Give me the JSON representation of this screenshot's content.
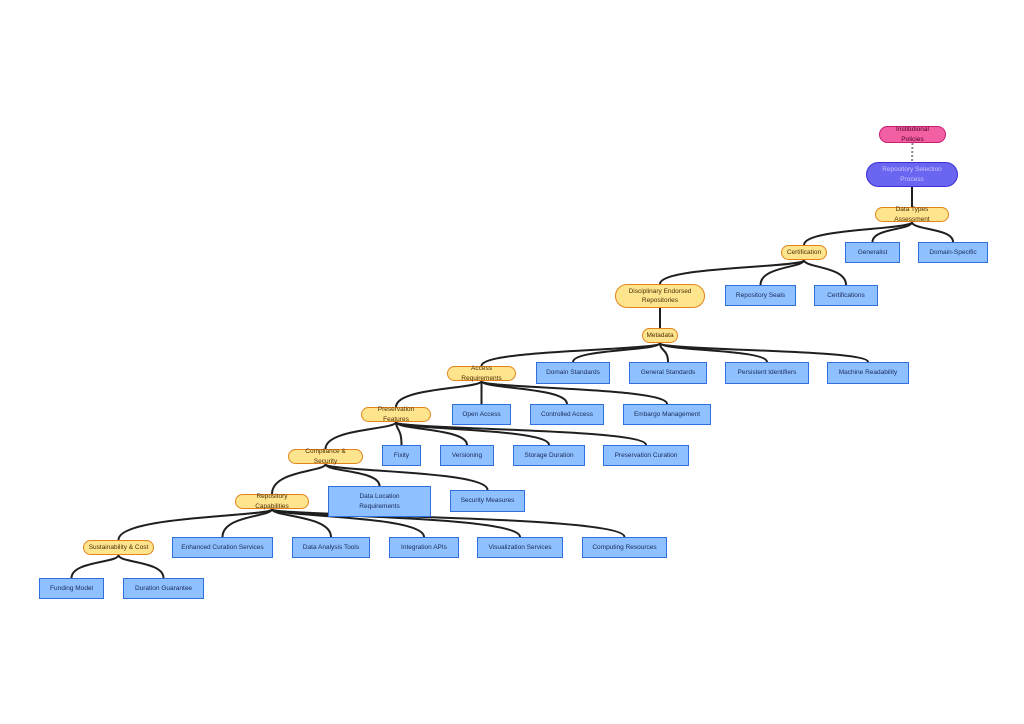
{
  "diagram": {
    "nodes": {
      "institutional_policies": "Institutional Policies",
      "repository_selection_process": "Repository Selection Process",
      "data_types_assessment": "Data Types Assessment",
      "generalist": "Generalist",
      "domain_specific": "Domain-Specific",
      "certification": "Certification",
      "repository_seals": "Repository Seals",
      "certifications": "Certifications",
      "disciplinary_endorsed_repositories": "Disciplinary Endorsed Repositories",
      "metadata": "Metadata",
      "domain_standards": "Domain Standards",
      "general_standards": "General Standards",
      "persistent_identifiers": "Persistent Identifiers",
      "machine_readability": "Machine Readability",
      "access_requirements": "Access Requirements",
      "open_access": "Open Access",
      "controlled_access": "Controlled Access",
      "embargo_management": "Embargo Management",
      "preservation_features": "Preservation Features",
      "fixity": "Fixity",
      "versioning": "Versioning",
      "storage_duration": "Storage Duration",
      "preservation_curation": "Preservation Curation",
      "compliance_security": "Compliance & Security",
      "data_location_requirements": "Data Location Requirements",
      "security_measures": "Security Measures",
      "repository_capabilities": "Repository Capabilities",
      "enhanced_curation_services": "Enhanced Curation Services",
      "data_analysis_tools": "Data Analysis Tools",
      "integration_apis": "Integration APIs",
      "visualization_services": "Visualization Services",
      "computing_resources": "Computing Resources",
      "sustainability_cost": "Sustainability & Cost",
      "funding_model": "Funding Model",
      "duration_guarantee": "Duration Guarantee"
    },
    "edges": [
      {
        "from": "institutional_policies",
        "to": "repository_selection_process",
        "style": "dotted"
      },
      {
        "from": "repository_selection_process",
        "to": "data_types_assessment"
      },
      {
        "from": "data_types_assessment",
        "to": "certification"
      },
      {
        "from": "data_types_assessment",
        "to": "generalist"
      },
      {
        "from": "data_types_assessment",
        "to": "domain_specific"
      },
      {
        "from": "certification",
        "to": "disciplinary_endorsed_repositories"
      },
      {
        "from": "certification",
        "to": "repository_seals"
      },
      {
        "from": "certification",
        "to": "certifications"
      },
      {
        "from": "disciplinary_endorsed_repositories",
        "to": "metadata"
      },
      {
        "from": "metadata",
        "to": "access_requirements"
      },
      {
        "from": "metadata",
        "to": "domain_standards"
      },
      {
        "from": "metadata",
        "to": "general_standards"
      },
      {
        "from": "metadata",
        "to": "persistent_identifiers"
      },
      {
        "from": "metadata",
        "to": "machine_readability"
      },
      {
        "from": "access_requirements",
        "to": "preservation_features"
      },
      {
        "from": "access_requirements",
        "to": "open_access"
      },
      {
        "from": "access_requirements",
        "to": "controlled_access"
      },
      {
        "from": "access_requirements",
        "to": "embargo_management"
      },
      {
        "from": "preservation_features",
        "to": "compliance_security"
      },
      {
        "from": "preservation_features",
        "to": "fixity"
      },
      {
        "from": "preservation_features",
        "to": "versioning"
      },
      {
        "from": "preservation_features",
        "to": "storage_duration"
      },
      {
        "from": "preservation_features",
        "to": "preservation_curation"
      },
      {
        "from": "compliance_security",
        "to": "repository_capabilities"
      },
      {
        "from": "compliance_security",
        "to": "data_location_requirements"
      },
      {
        "from": "compliance_security",
        "to": "security_measures"
      },
      {
        "from": "repository_capabilities",
        "to": "sustainability_cost"
      },
      {
        "from": "repository_capabilities",
        "to": "enhanced_curation_services"
      },
      {
        "from": "repository_capabilities",
        "to": "data_analysis_tools"
      },
      {
        "from": "repository_capabilities",
        "to": "integration_apis"
      },
      {
        "from": "repository_capabilities",
        "to": "visualization_services"
      },
      {
        "from": "repository_capabilities",
        "to": "computing_resources"
      },
      {
        "from": "sustainability_cost",
        "to": "funding_model"
      },
      {
        "from": "sustainability_cost",
        "to": "duration_guarantee"
      }
    ]
  },
  "colors": {
    "edge": "#1f1f1f",
    "dotted_edge": "#8a8a8a"
  }
}
